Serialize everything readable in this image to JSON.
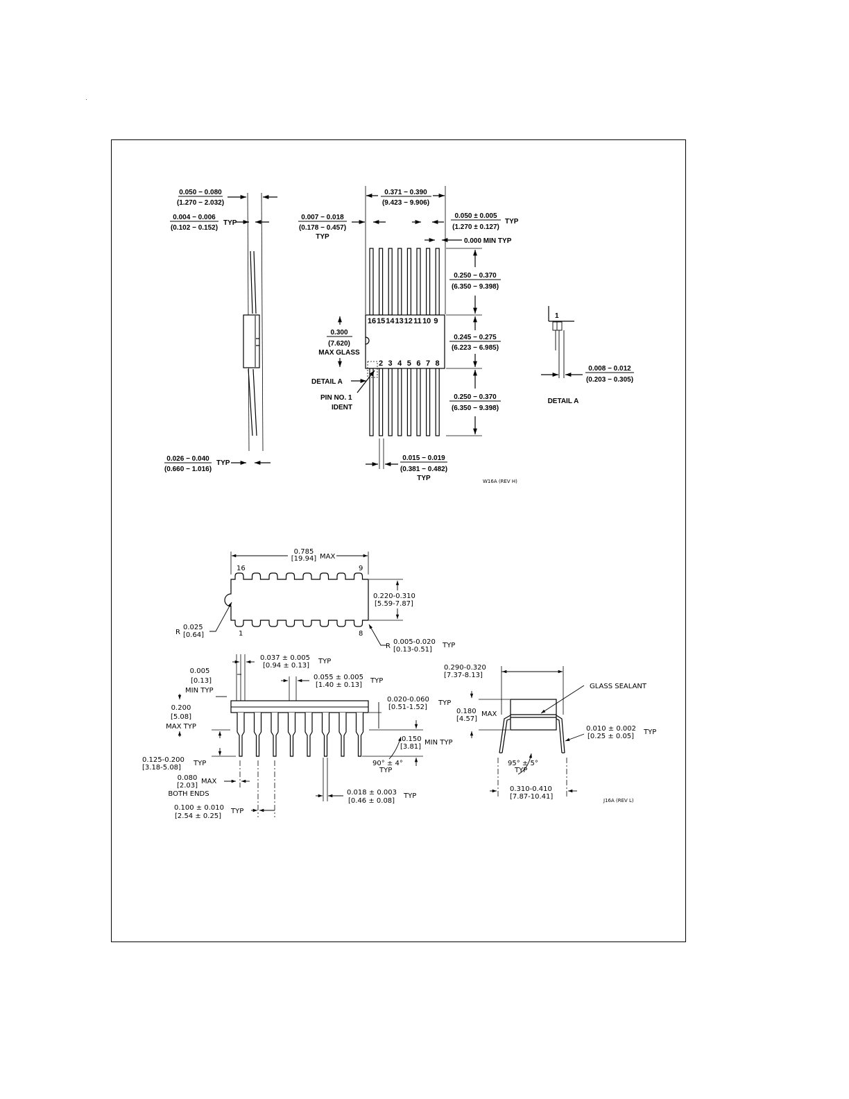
{
  "w16a": {
    "dims": {
      "side_thickness": [
        "0.050 − 0.080",
        "(1.270 − 2.032)"
      ],
      "lead_thickness": [
        "0.004 − 0.006",
        "(0.102 − 0.152)"
      ],
      "lead_thickness_typ": "TYP",
      "lead_width_side": [
        "0.026 − 0.040",
        "(0.660 − 1.016)"
      ],
      "lead_width_side_typ": "TYP",
      "body_width": [
        "0.371 − 0.390",
        "(9.423 − 9.906)"
      ],
      "edge_to_lead": [
        "0.007 − 0.018",
        "(0.178 − 0.457)"
      ],
      "edge_to_lead_typ": "TYP",
      "pitch": [
        "0.050 ± 0.005",
        "(1.270 ± 0.127)"
      ],
      "pitch_typ": "TYP",
      "min_typ": "0.000 MIN TYP",
      "lead_len_top": [
        "0.250 − 0.370",
        "(6.350 − 9.398)"
      ],
      "body_len": [
        "0.245 − 0.275",
        "(6.223 − 6.985)"
      ],
      "lead_len_bot": [
        "0.250 − 0.370",
        "(6.350 − 9.398)"
      ],
      "glass": [
        "0.300",
        "(7.620)",
        "MAX GLASS"
      ],
      "lead_w": [
        "0.015 − 0.019",
        "(0.381 − 0.482)"
      ],
      "lead_w_typ": "TYP",
      "detail_a_label": "DETAIL A",
      "pin1_label": [
        "PIN NO. 1",
        "IDENT"
      ],
      "detail_a_dim": [
        "0.008 − 0.012",
        "(0.203 − 0.305)"
      ],
      "detail_a_title": "DETAIL A",
      "detail_pin": "1"
    },
    "pins_top": [
      "16",
      "15",
      "14",
      "13",
      "12",
      "11",
      "10",
      "9"
    ],
    "pins_bottom": [
      "2",
      "3",
      "4",
      "5",
      "6",
      "7",
      "8"
    ],
    "rev": "W16A (REV H)"
  },
  "j16a": {
    "top_view": {
      "length": [
        "0.785",
        "[19.94]",
        "MAX"
      ],
      "pin16": "16",
      "pin9": "9",
      "pin1": "1",
      "pin8": "8",
      "width": [
        "0.220-0.310",
        "[5.59-7.87]"
      ],
      "notch_r": [
        "R",
        "0.025",
        "[0.64]"
      ],
      "corner_r": [
        "R",
        "0.005-0.020",
        "[0.13-0.51]",
        "TYP"
      ]
    },
    "side_view": {
      "lead_w": [
        "0.037 ± 0.005",
        "[0.94 ± 0.13]",
        "TYP"
      ],
      "min_typ": [
        "0.005",
        "[0.13]",
        "MIN TYP"
      ],
      "shoulder": [
        "0.055 ± 0.005",
        "[1.40 ± 0.13]",
        "TYP"
      ],
      "height": [
        "0.200",
        "[5.08]",
        "MAX TYP"
      ],
      "base": [
        "0.020-0.060",
        "[0.51-1.52]",
        "TYP"
      ],
      "seat": [
        "0.150",
        "[3.81]",
        "MIN TYP"
      ],
      "lead_len": [
        "0.125-0.200",
        "[3.18-5.08]",
        "TYP"
      ],
      "angle": [
        "90° ± 4°",
        "TYP"
      ],
      "both_ends": [
        "0.080",
        "[2.03]",
        "MAX",
        "BOTH ENDS"
      ],
      "lead_tip": [
        "0.018 ± 0.003",
        "[0.46 ± 0.08]",
        "TYP"
      ],
      "pitch": [
        "0.100 ± 0.010",
        "[2.54 ± 0.25]",
        "TYP"
      ]
    },
    "end_view": {
      "width": [
        "0.290-0.320",
        "[7.37-8.13]"
      ],
      "sealant": "GLASS SEALANT",
      "height": [
        "0.180",
        "[4.57]",
        "MAX"
      ],
      "lead_t": [
        "0.010 ± 0.002",
        "[0.25 ± 0.05]",
        "TYP"
      ],
      "angle": [
        "95° ± 5°",
        "TYP"
      ],
      "span": [
        "0.310-0.410",
        "[7.87-10.41]"
      ]
    },
    "rev": "J16A (REV L)"
  }
}
